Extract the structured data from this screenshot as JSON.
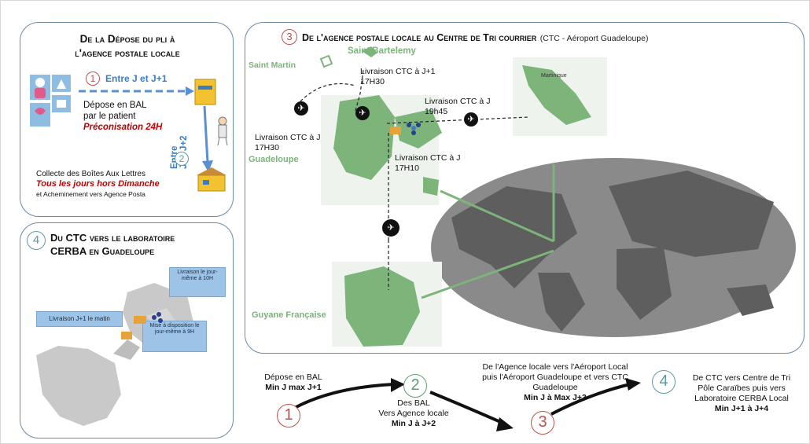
{
  "panel1": {
    "title_line1": "De la Dépose du pli à",
    "title_line2": "l'agence postale locale",
    "step1_num": "1",
    "step1_label": "Entre J et J+1",
    "depose_line1": "Dépose en BAL",
    "depose_line2": "par le patient",
    "preconisation": "Préconisation 24H",
    "step2_num": "2",
    "step2_label_line1": "Entre",
    "step2_label_line2": "J et J+2",
    "collecte_line1": "Collecte  des Boîtes Aux Lettres",
    "collecte_line2": "Tous les jours hors Dimanche",
    "collecte_line3": "et Acheminement vers Agence Posta"
  },
  "panel2": {
    "num": "4",
    "title_line1": "Du CTC vers le laboratoire",
    "title_line2": "CERBA en Guadeloupe",
    "box_top": "Livraison le jour-même à 10H",
    "box_left": "Livraison J+1 le matin",
    "box_bottom": "Mise à disposition le jour-même à 9H"
  },
  "panel3": {
    "num": "3",
    "title_main": "De l'agence postale locale  au Centre de Tri courrier",
    "title_sub": "(CTC - Aéroport Guadeloupe)",
    "saint_barthelemy": "Saint Bartelemy",
    "saint_martin": "Saint Martin",
    "martinique": "Martinique",
    "guadeloupe": "Guadeloupe",
    "guyane": "Guyane Française",
    "livr_stmartin_line1": "Livraison CTC à J+1",
    "livr_stmartin_line2": "17H30",
    "livr_martinique_line1": "Livraison CTC à J",
    "livr_martinique_line2": "19h45",
    "livr_guad_line1": "Livraison CTC  à J",
    "livr_guad_line2": "17H30",
    "livr_guyane_line1": "Livraison CTC à J",
    "livr_guyane_line2": "17H10"
  },
  "bottom": {
    "step1_line1": "Dépose en BAL",
    "step1_line2": "Min J max J+1",
    "num1": "1",
    "step2_line1": "Des BAL",
    "step2_line2": "Vers Agence locale",
    "step2_line3": "Min J à J+2",
    "num2": "2",
    "step3_line1": "De l'Agence locale vers l'Aéroport Local",
    "step3_line2": "puis l'Aéroport Guadeloupe et vers CTC",
    "step3_line3": "Guadeloupe",
    "step3_line4": "Min J à Max J+3",
    "num3": "3",
    "num4": "4",
    "step4_line1": "De CTC vers Centre de Tri",
    "step4_line2": "Pôle Caraïbes puis  vers",
    "step4_line3": "Laboratoire CERBA Local",
    "step4_line4": "Min J+1 à J+4"
  },
  "colors": {
    "blue_label": "#3b7dc4",
    "red_label": "#c00000",
    "map_green": "#7cb47a",
    "frame": "#6b8aa3"
  }
}
